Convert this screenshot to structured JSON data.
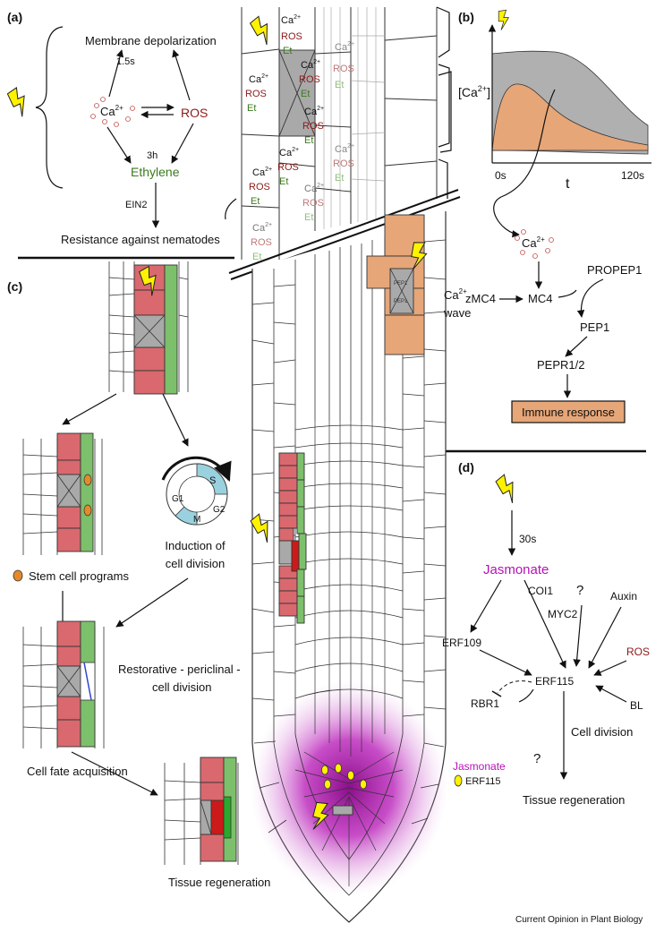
{
  "panels": {
    "a": "(a)",
    "b": "(b)",
    "c": "(c)",
    "d": "(d)"
  },
  "panel_a": {
    "membrane": "Membrane depolarization",
    "t15": "1.5s",
    "ca": "Ca",
    "ca_sup": "2+",
    "ros": "ROS",
    "t3h": "3h",
    "ethylene": "Ethylene",
    "ein2": "EIN2",
    "resistance": "Resistance against nematodes"
  },
  "root_labels": {
    "ca": "Ca",
    "sup": "2+",
    "ros": "ROS",
    "et": "Et",
    "pep": "PEP1"
  },
  "panel_b": {
    "ylabel": "[Ca",
    "ylabel_sup": "2+",
    "ylabel_end": "]",
    "x0": "0s",
    "x1": "120s",
    "t": "t",
    "ca": "Ca",
    "ca_sup": "2+",
    "wave1": "Ca",
    "wave_sup": "2+",
    "wave2": "wave",
    "propep1": "PROPEP1",
    "zmc4": "zMC4",
    "mc4": "MC4",
    "pep1": "PEP1",
    "pepr": "PEPR1/2",
    "immune": "Immune response"
  },
  "panel_c": {
    "stem": "Stem cell programs",
    "induction1": "Induction of",
    "induction2": "cell division",
    "cycle_s": "S",
    "cycle_g1": "G1",
    "cycle_g2": "G2",
    "cycle_m": "M",
    "restorative1": "Restorative - periclinal -",
    "restorative2": "cell division",
    "fate": "Cell fate acquisition",
    "regen": "Tissue regeneration"
  },
  "legend": {
    "jasmonate": "Jasmonate",
    "erf115": "ERF115"
  },
  "panel_d": {
    "t30": "30s",
    "jasmonate": "Jasmonate",
    "coi1": "COI1",
    "myc2": "MYC2",
    "q1": "?",
    "auxin": "Auxin",
    "erf109": "ERF109",
    "erf115": "ERF115",
    "ros": "ROS",
    "rbr1": "RBR1",
    "bl": "BL",
    "celldiv": "Cell division",
    "q2": "?",
    "regen": "Tissue regeneration"
  },
  "credit": "Current Opinion in Plant Biology",
  "colors": {
    "ros": "#8b1a1a",
    "ethylene": "#3b7a1e",
    "jasmonate": "#b512b5",
    "faded_ros": "#c07a7a",
    "faded_et": "#8fbf7a",
    "stele": "#d9696e",
    "endodermis": "#7dc06b",
    "orange": "#e6a678",
    "cycle": "#9ad1de"
  }
}
